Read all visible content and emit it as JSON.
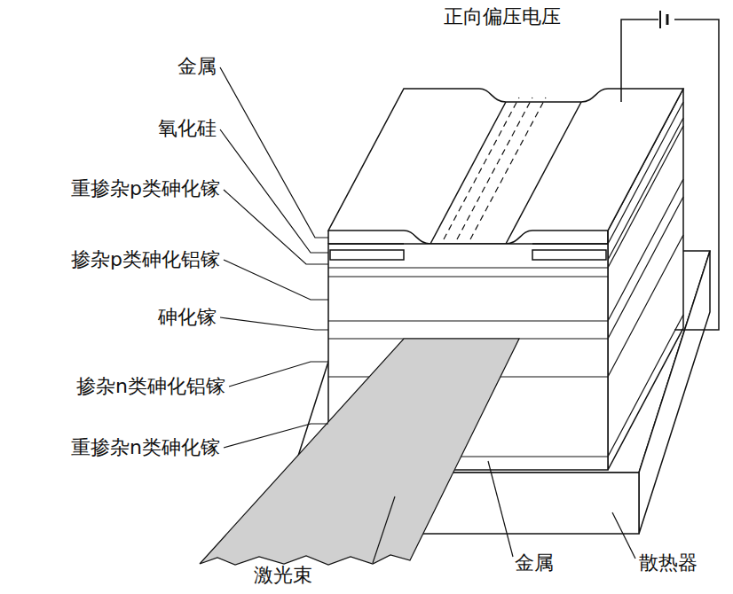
{
  "diagram": {
    "labels": [
      "金属",
      "氧化硅",
      "重掺杂p类砷化镓",
      "掺杂p类砷化铝镓",
      "砷化镓",
      "掺杂n类砷化铝镓",
      "重掺杂n类砷化镓",
      "正向偏压电压",
      "激光束",
      "金属",
      "散热器"
    ]
  }
}
